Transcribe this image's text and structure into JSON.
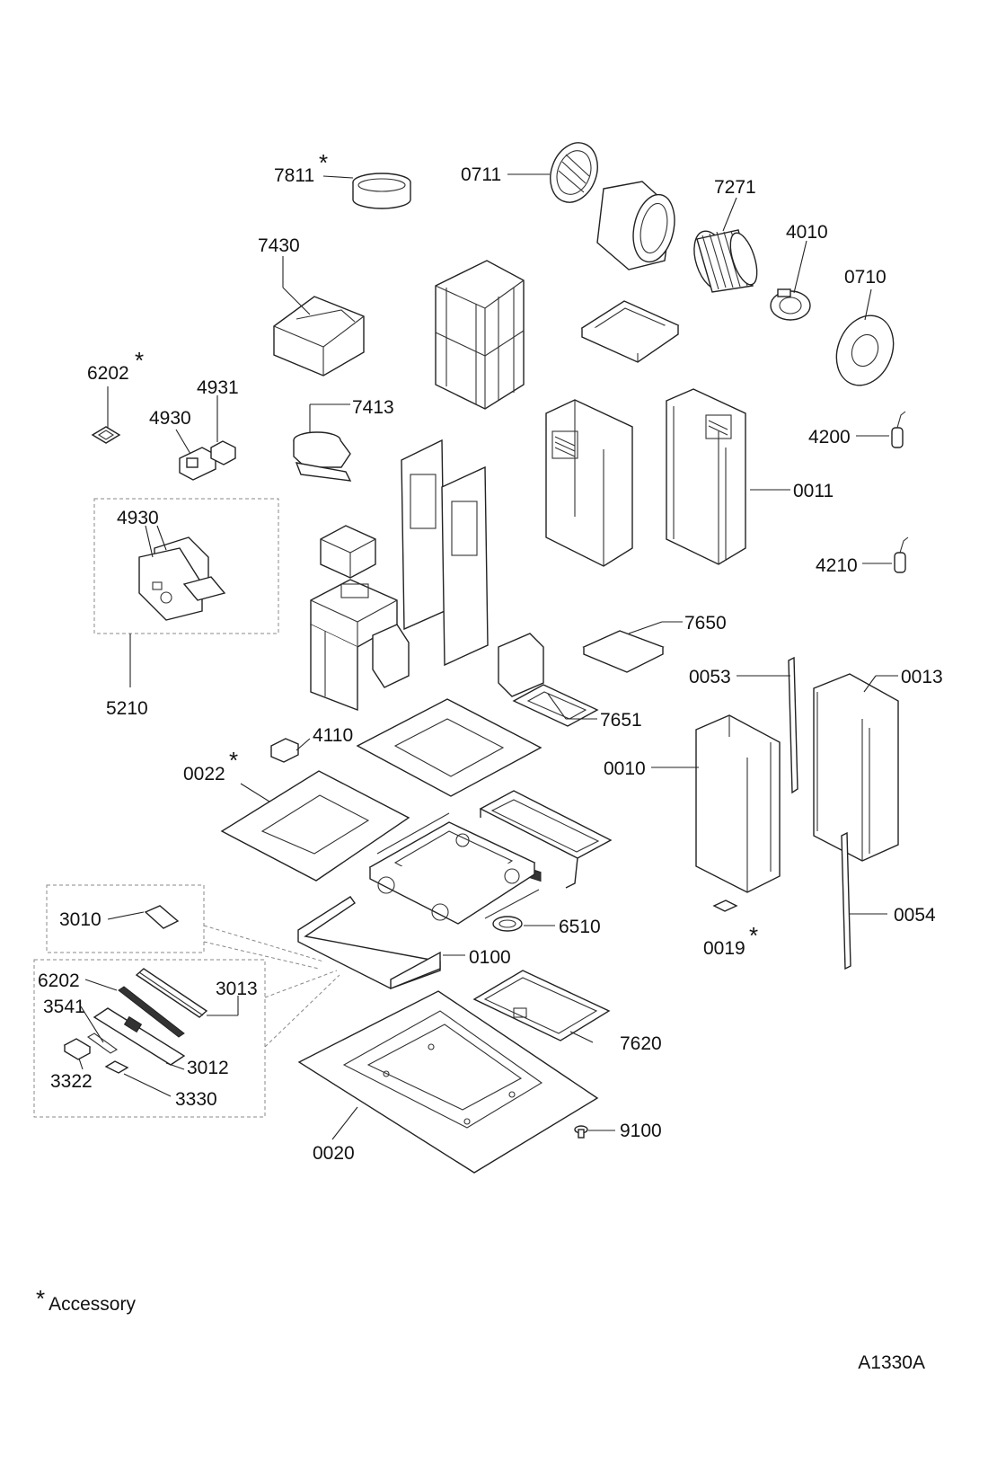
{
  "labels": {
    "p7811": "7811",
    "p0711": "0711",
    "p7271": "7271",
    "p4010": "4010",
    "p0710": "0710",
    "p7430": "7430",
    "p6202_top": "6202",
    "p4931": "4931",
    "p4930_top": "4930",
    "p7413": "7413",
    "p4200": "4200",
    "p0011": "0011",
    "p4930_box": "4930",
    "p4210": "4210",
    "p5210": "5210",
    "p7650": "7650",
    "p0053": "0053",
    "p0013": "0013",
    "p7651": "7651",
    "p4110": "4110",
    "p0022": "0022",
    "p0010": "0010",
    "p3010": "3010",
    "p6510": "6510",
    "p0019": "0019",
    "p0054": "0054",
    "p0100": "0100",
    "p6202_low": "6202",
    "p3013": "3013",
    "p3541": "3541",
    "p3012": "3012",
    "p3322": "3322",
    "p3330": "3330",
    "p7620": "7620",
    "p9100": "9100",
    "p0020": "0020"
  },
  "accessory_mark": "*",
  "footnote": {
    "star": "*",
    "text": "Accessory"
  },
  "drawing_code": "A1330A"
}
